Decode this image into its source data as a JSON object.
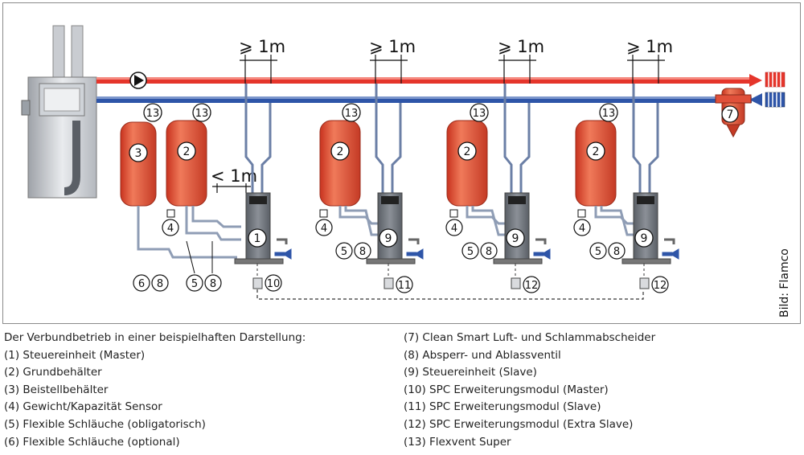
{
  "diagram": {
    "credit": "Bild: Flamco",
    "distance_ge": "⩾ 1m",
    "distance_lt": "< 1m",
    "colors": {
      "supply_red": "#e5352b",
      "return_blue": "#2e55a8",
      "tank_red": "#e0503a",
      "unit_gray": "#6d7278",
      "pipe_light": "#b9c4d6"
    },
    "groups": [
      {
        "tanks": [
          {
            "number": "3",
            "callouts": [
              "13"
            ]
          },
          {
            "number": "2",
            "callouts": [
              "13"
            ]
          }
        ],
        "unit": "1",
        "sensor": "4",
        "callouts_bottom": [
          "6",
          "8",
          "5",
          "8"
        ],
        "module": "10"
      },
      {
        "tanks": [
          {
            "number": "2",
            "callouts": [
              "13"
            ]
          }
        ],
        "unit": "9",
        "sensor": "4",
        "callouts_bottom": [
          "5",
          "8"
        ],
        "module": "11"
      },
      {
        "tanks": [
          {
            "number": "2",
            "callouts": [
              "13"
            ]
          }
        ],
        "unit": "9",
        "sensor": "4",
        "callouts_bottom": [
          "5",
          "8"
        ],
        "module": "12"
      },
      {
        "tanks": [
          {
            "number": "2",
            "callouts": [
              "13"
            ]
          }
        ],
        "unit": "9",
        "sensor": "4",
        "callouts_bottom": [
          "5",
          "8"
        ],
        "module": "12"
      }
    ],
    "separator": "7"
  },
  "legend": {
    "left": [
      "Der Verbundbetrieb in einer beispielhaften Darstellung:",
      "(1) Steuereinheit (Master)",
      "(2) Grundbehälter",
      "(3) Beistellbehälter",
      "(4) Gewicht/Kapazität Sensor",
      "(5) Flexible Schläuche (obligatorisch)",
      "(6) Flexible Schläuche (optional)"
    ],
    "right": [
      "(7) Clean Smart Luft- und Schlammabscheider",
      "(8) Absperr- und Ablassventil",
      "(9) Steuereinheit (Slave)",
      "(10) SPC Erweiterungsmodul (Master)",
      "(11) SPC Erweiterungsmodul (Slave)",
      "(12) SPC Erweiterungsmodul (Extra Slave)",
      "(13) Flexvent Super"
    ]
  }
}
